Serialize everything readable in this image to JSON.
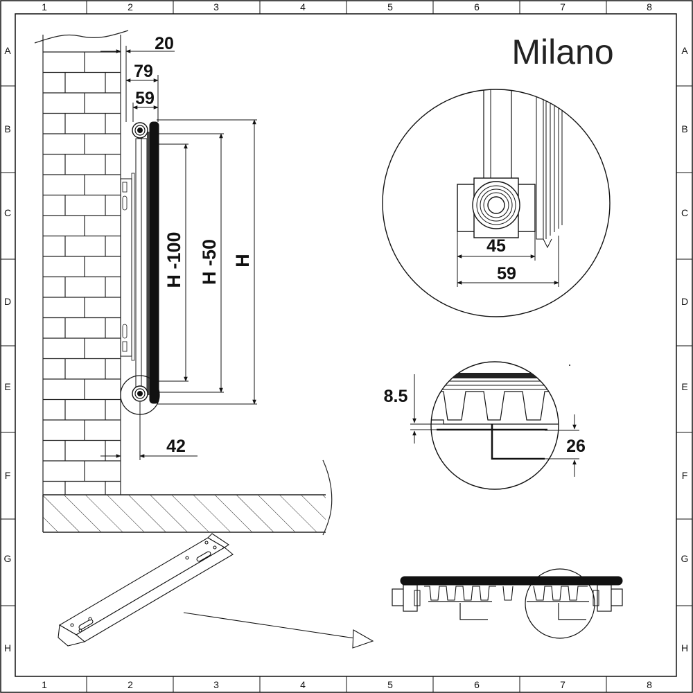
{
  "brand": "Milano",
  "frame": {
    "columns": [
      "1",
      "2",
      "3",
      "4",
      "5",
      "6",
      "7",
      "8"
    ],
    "rows": [
      "A",
      "B",
      "C",
      "D",
      "E",
      "F",
      "G",
      "H"
    ]
  },
  "side_view": {
    "wall_offset": "20",
    "bracket_depth": "79",
    "radiator_depth": "59",
    "bottom_offset": "42",
    "inner_height": "H -100",
    "mid_height": "H -50",
    "total_height": "H"
  },
  "connection_detail": {
    "inner_width": "45",
    "outer_width": "59"
  },
  "fin_detail": {
    "fin_gap": "8.5",
    "fin_depth": "26"
  }
}
